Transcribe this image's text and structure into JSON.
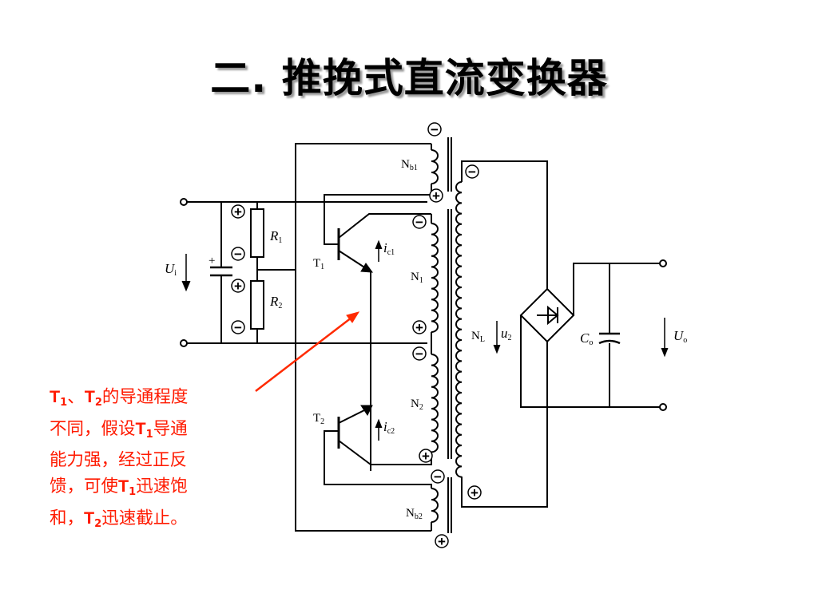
{
  "slide": {
    "title": "二. 推挽式直流变换器"
  },
  "annotation": {
    "t1": "T",
    "t1_sub": "1",
    "sep": "、",
    "t2": "T",
    "t2_sub": "2",
    "line1_rest": "的导通程度",
    "line2_a": "不同，假设",
    "t1b": "T",
    "t1b_sub": "1",
    "line2_b": "导通",
    "line3": "能力强，经过正反",
    "line4_a": "馈，可使",
    "t1c": "T",
    "t1c_sub": "1",
    "line4_b": "迅速饱",
    "line5_a": "和，",
    "t2b": "T",
    "t2b_sub": "2",
    "line5_b": "迅速截止。",
    "color": "#ff1a00"
  },
  "circuit": {
    "labels": {
      "Ui": "U",
      "Ui_sub": "i",
      "R1": "R",
      "R1_sub": "1",
      "R2": "R",
      "R2_sub": "2",
      "T1": "T",
      "T1_sub": "1",
      "T2": "T",
      "T2_sub": "2",
      "ic1": "i",
      "ic1_sub": "c1",
      "ic2": "i",
      "ic2_sub": "c2",
      "Nb1": "N",
      "Nb1_sub": "b1",
      "Nb2": "N",
      "Nb2_sub": "b2",
      "N1": "N",
      "N1_sub": "1",
      "N2": "N",
      "N2_sub": "2",
      "NL": "N",
      "NL_sub": "L",
      "u2": "u",
      "u2_sub": "2",
      "Co": "C",
      "Co_sub": "o",
      "Uo": "U",
      "Uo_sub": "o",
      "plus": "+"
    },
    "polarity_marks": [
      "−",
      "+",
      "+",
      "−",
      "+",
      "−",
      "+",
      "−",
      "+",
      "−",
      "+",
      "−",
      "+"
    ]
  }
}
